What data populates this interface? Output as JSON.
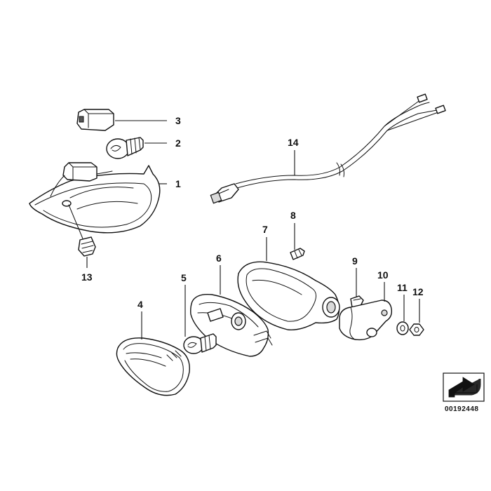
{
  "callouts": {
    "c1": "1",
    "c2": "2",
    "c3": "3",
    "c4": "4",
    "c5": "5",
    "c6": "6",
    "c7": "7",
    "c8": "8",
    "c9": "9",
    "c10": "10",
    "c11": "11",
    "c12": "12",
    "c13": "13",
    "c14": "14"
  },
  "diagram_number": "00192448",
  "icons": {
    "orientation": "direction-arrow-icon"
  }
}
